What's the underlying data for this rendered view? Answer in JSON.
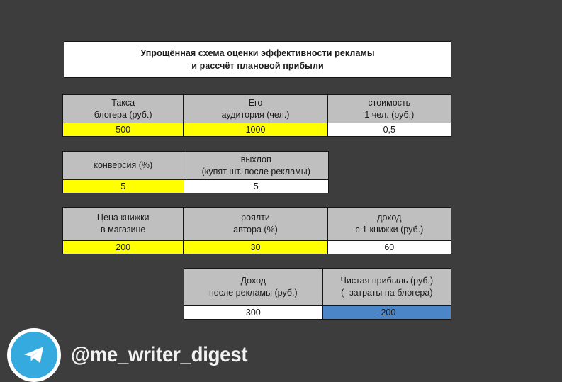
{
  "background_color": "#3d3d3d",
  "colors": {
    "header_gray": "#bfbfbf",
    "input_yellow": "#ffff00",
    "output_white": "#ffffff",
    "result_blue": "#4a86c8",
    "border": "#151515",
    "telegram_blue": "#35aadf",
    "text_dark": "#1a1a1a",
    "text_light": "#f2f2f2"
  },
  "title": {
    "line1": "Упрощённая схема оценки эффективности рекламы",
    "line2": "и рассчёт плановой прибыли"
  },
  "blocks": [
    {
      "id": "blogger-cost",
      "columns": [
        {
          "header_line1": "Такса",
          "header_line2": "блогера (руб.)",
          "value": "500",
          "value_style": "yellow"
        },
        {
          "header_line1": "Его",
          "header_line2": "аудитория (чел.)",
          "value": "1000",
          "value_style": "yellow"
        },
        {
          "header_line1": "стоимость",
          "header_line2": "1 чел. (руб.)",
          "value": "0,5",
          "value_style": "white"
        }
      ]
    },
    {
      "id": "conversion",
      "columns": [
        {
          "header_line1": "конверсия (%)",
          "header_line2": "",
          "value": "5",
          "value_style": "yellow"
        },
        {
          "header_line1": "выхлоп",
          "header_line2": "(купят шт. после рекламы)",
          "value": "5",
          "value_style": "white"
        }
      ]
    },
    {
      "id": "book-income",
      "columns": [
        {
          "header_line1": "Цена книжки",
          "header_line2": "в магазине",
          "value": "200",
          "value_style": "yellow"
        },
        {
          "header_line1": "роялти",
          "header_line2": "автора (%)",
          "value": "30",
          "value_style": "yellow"
        },
        {
          "header_line1": "доход",
          "header_line2": "с 1 книжки (руб.)",
          "value": "60",
          "value_style": "white"
        }
      ]
    },
    {
      "id": "profit",
      "columns": [
        {
          "header_line1": "Доход",
          "header_line2": "после рекламы (руб.)",
          "value": "300",
          "value_style": "white"
        },
        {
          "header_line1": "Чистая прибыль (руб.)",
          "header_line2": "(- затраты на блогера)",
          "value": "-200",
          "value_style": "blue"
        }
      ]
    }
  ],
  "footer": {
    "icon": "telegram-icon",
    "handle": "@me_writer_digest"
  }
}
